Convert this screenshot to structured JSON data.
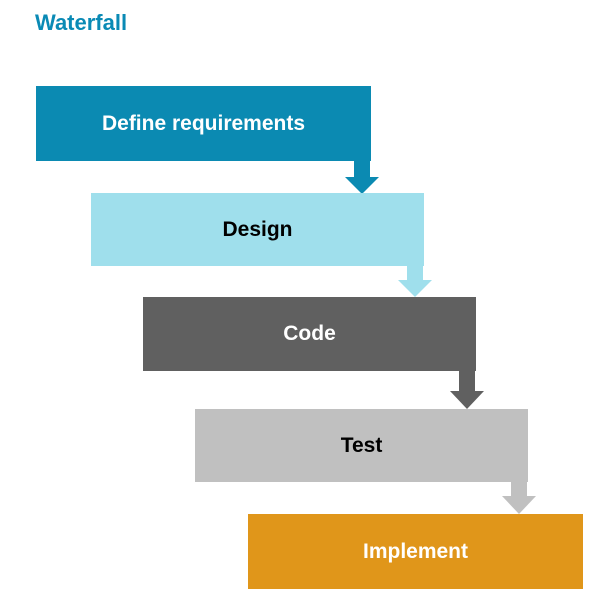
{
  "title": "Waterfall",
  "steps": [
    {
      "label": "Define requirements",
      "color": "#0b8ab2",
      "text_color": "#ffffff"
    },
    {
      "label": "Design",
      "color": "#9fdfec",
      "text_color": "#000000"
    },
    {
      "label": "Code",
      "color": "#606060",
      "text_color": "#ffffff"
    },
    {
      "label": "Test",
      "color": "#c0c0c0",
      "text_color": "#000000"
    },
    {
      "label": "Implement",
      "color": "#e0961a",
      "text_color": "#ffffff"
    }
  ],
  "connectors": [
    {
      "from": "Define requirements",
      "to": "Design",
      "color": "#0b8ab2"
    },
    {
      "from": "Design",
      "to": "Code",
      "color": "#9fdfec"
    },
    {
      "from": "Code",
      "to": "Test",
      "color": "#606060"
    },
    {
      "from": "Test",
      "to": "Implement",
      "color": "#c0c0c0"
    }
  ]
}
